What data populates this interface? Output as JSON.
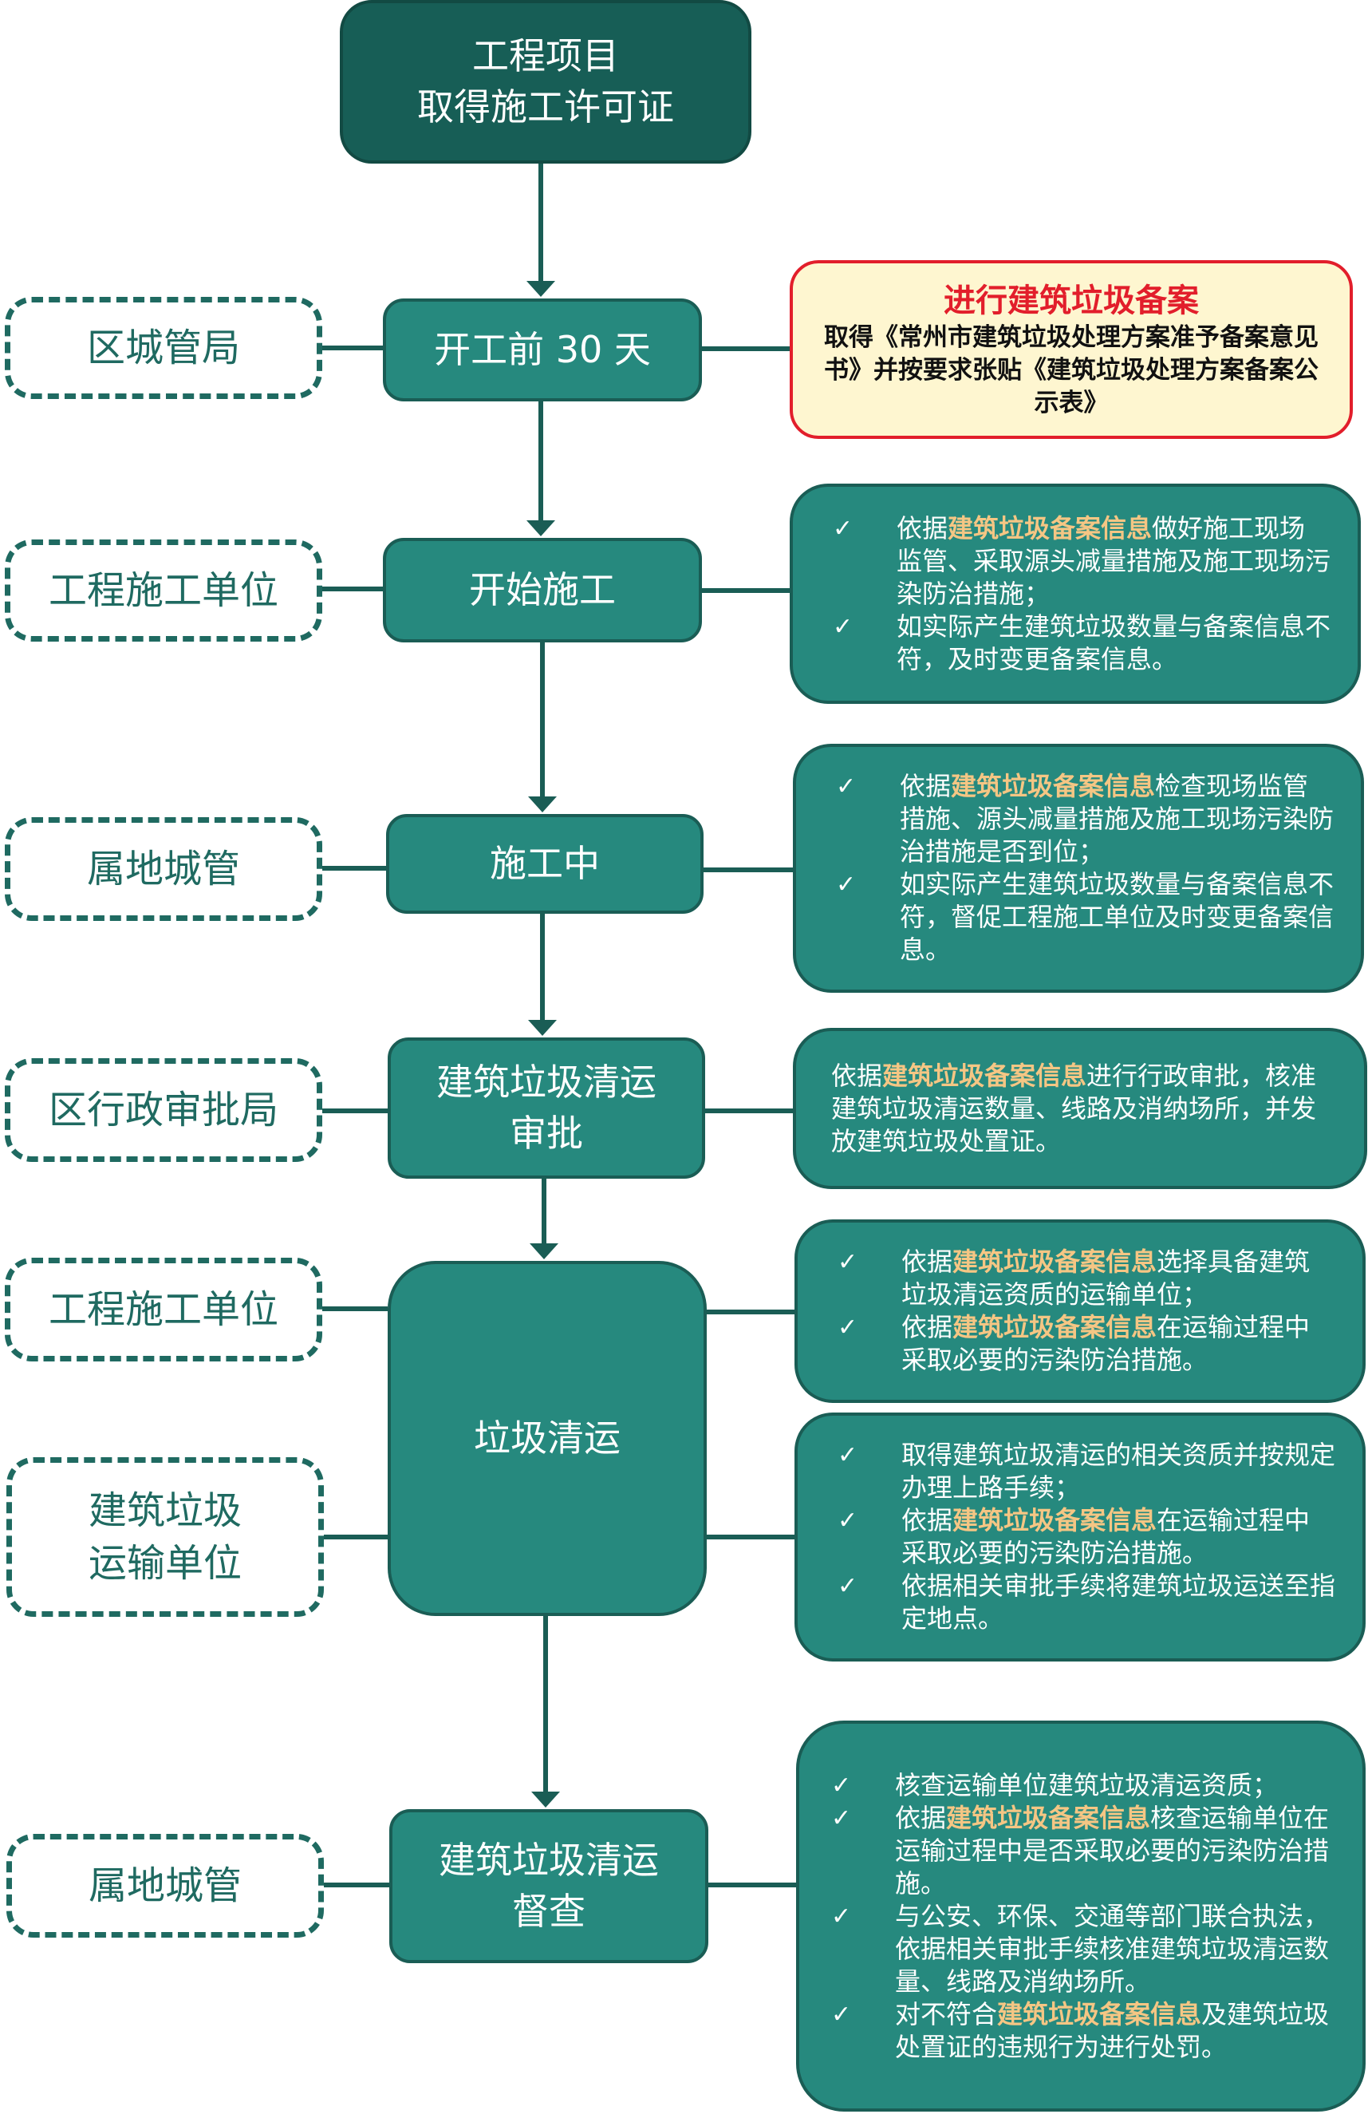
{
  "flow": {
    "start": "工程项目\n取得施工许可证",
    "steps": [
      "开工前 30 天",
      "开始施工",
      "施工中",
      "建筑垃圾清运\n审批",
      "垃圾清运",
      "建筑垃圾清运\n督查"
    ]
  },
  "actors": [
    "区城管局",
    "工程施工单位",
    "属地城管",
    "区行政审批局",
    "工程施工单位",
    "建筑垃圾\n运输单位",
    "属地城管"
  ],
  "notice": {
    "title": "进行建筑垃圾备案",
    "body": "取得《常州市建筑垃圾处理方案准予备案意见书》并按要求张贴《建筑垃圾处理方案备案公示表》"
  },
  "check_mark": "✓",
  "panels": [
    {
      "items": [
        {
          "check": true,
          "parts": [
            {
              "t": "依据"
            },
            {
              "t": "建筑垃圾备案信息",
              "hl": true
            },
            {
              "t": "做好施工现场监管、采取源头减量措施及施工现场污染防治措施；"
            }
          ]
        },
        {
          "check": true,
          "parts": [
            {
              "t": "如实际产生建筑垃圾数量与备案信息不符，及时变更备案信息。"
            }
          ]
        }
      ]
    },
    {
      "items": [
        {
          "check": true,
          "parts": [
            {
              "t": "依据"
            },
            {
              "t": "建筑垃圾备案信息",
              "hl": true
            },
            {
              "t": "检查现场监管措施、源头减量措施及施工现场污染防治措施是否到位；"
            }
          ]
        },
        {
          "check": true,
          "parts": [
            {
              "t": "如实际产生建筑垃圾数量与备案信息不符，督促工程施工单位及时变更备案信息。"
            }
          ]
        }
      ]
    },
    {
      "items": [
        {
          "check": false,
          "parts": [
            {
              "t": "依据"
            },
            {
              "t": "建筑垃圾备案信息",
              "hl": true
            },
            {
              "t": "进行行政审批，核准建筑垃圾清运数量、线路及消纳场所，并发放建筑垃圾处置证。"
            }
          ]
        }
      ]
    },
    {
      "items": [
        {
          "check": true,
          "parts": [
            {
              "t": "依据"
            },
            {
              "t": "建筑垃圾备案信息",
              "hl": true
            },
            {
              "t": "选择具备建筑垃圾清运资质的运输单位；"
            }
          ]
        },
        {
          "check": true,
          "parts": [
            {
              "t": "依据"
            },
            {
              "t": "建筑垃圾备案信息",
              "hl": true
            },
            {
              "t": "在运输过程中采取必要的污染防治措施。"
            }
          ]
        }
      ]
    },
    {
      "items": [
        {
          "check": true,
          "parts": [
            {
              "t": "取得建筑垃圾清运的相关资质并按规定办理上路手续；"
            }
          ]
        },
        {
          "check": true,
          "parts": [
            {
              "t": "依据"
            },
            {
              "t": "建筑垃圾备案信息",
              "hl": true
            },
            {
              "t": "在运输过程中采取必要的污染防治措施。"
            }
          ]
        },
        {
          "check": true,
          "parts": [
            {
              "t": "依据相关审批手续将建筑垃圾运送至指定地点。"
            }
          ]
        }
      ]
    },
    {
      "items": [
        {
          "check": true,
          "parts": [
            {
              "t": "核查运输单位建筑垃圾清运资质；"
            }
          ]
        },
        {
          "check": true,
          "parts": [
            {
              "t": "依据"
            },
            {
              "t": "建筑垃圾备案信息",
              "hl": true
            },
            {
              "t": "核查运输单位在运输过程中是否采取必要的污染防治措施。"
            }
          ]
        },
        {
          "check": true,
          "parts": [
            {
              "t": "与公安、环保、交通等部门联合执法，依据相关审批手续核准建筑垃圾清运数量、线路及消纳场所。"
            }
          ]
        },
        {
          "check": true,
          "parts": [
            {
              "t": "对不符合"
            },
            {
              "t": "建筑垃圾备案信息",
              "hl": true
            },
            {
              "t": "及建筑垃圾处置证的违规行为进行处罚。"
            }
          ]
        }
      ]
    }
  ],
  "colors": {
    "step_fill": "#26897e",
    "start_fill": "#175e56",
    "connector": "#1a5d55",
    "highlight": "#f5c684",
    "notice_border": "#e21e2b",
    "notice_fill": "#fef6d0"
  }
}
